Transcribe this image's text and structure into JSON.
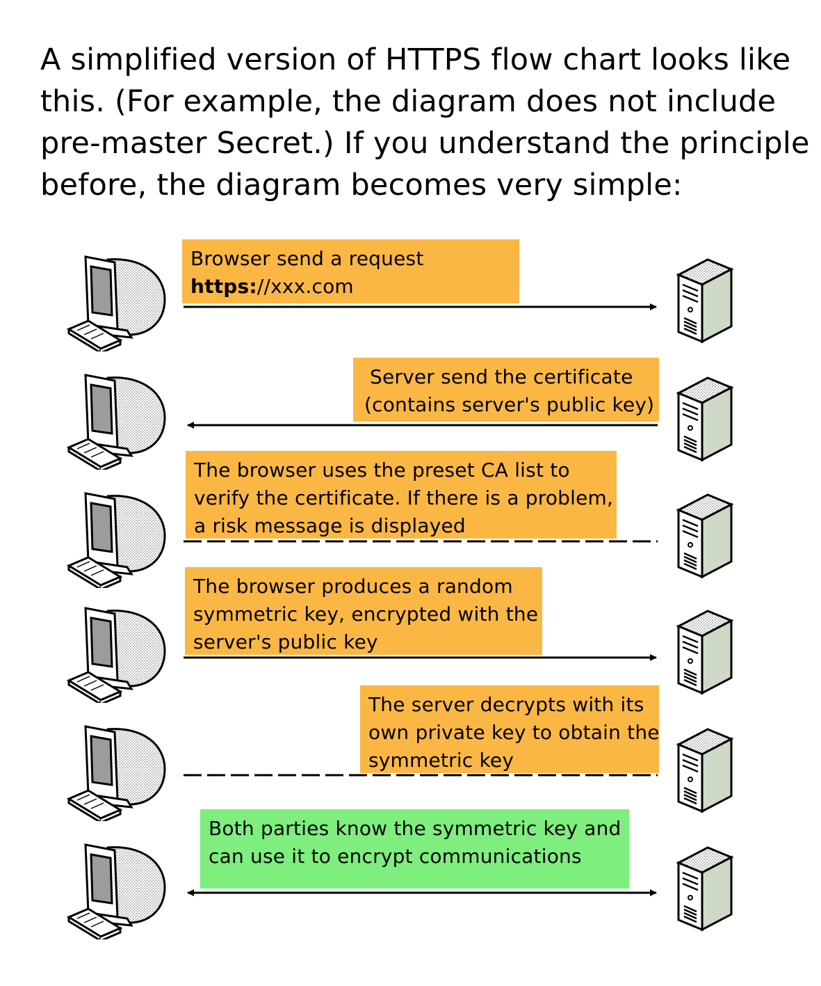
{
  "intro": "A simplified version of HTTPS flow chart looks like this. (For example, the diagram does not include pre-master Secret.) If you understand the principle before, the diagram becomes very simple:",
  "steps": [
    {
      "direction": "to-server",
      "line": "solid",
      "lines": [
        "Browser send a request"
      ],
      "url_bold": "https:",
      "url_rest": "//xxx.com"
    },
    {
      "direction": "to-browser",
      "line": "solid",
      "lines": [
        "Server send the certificate",
        "(contains server's public key)"
      ]
    },
    {
      "direction": "none",
      "line": "dashed",
      "lines": [
        "The browser uses the preset CA list to",
        "verify the certificate. If there is a problem,",
        "a risk message is displayed"
      ]
    },
    {
      "direction": "to-server",
      "line": "solid",
      "lines": [
        "The browser produces a random",
        "symmetric key, encrypted with the",
        "server's public key"
      ]
    },
    {
      "direction": "none",
      "line": "dashed",
      "lines": [
        "The server decrypts with its",
        "own private key to obtain the",
        "symmetric key"
      ]
    },
    {
      "direction": "both",
      "line": "solid",
      "lines": [
        "Both parties know the symmetric key and",
        "can use it to encrypt communications"
      ]
    }
  ],
  "colors": {
    "note": "#fbb744",
    "final_note": "#7eee7e",
    "monitor_screen": "#9c9c9c",
    "server_body": "#cfd9c7"
  },
  "icons": {
    "client": "computer-icon",
    "server": "server-icon"
  }
}
